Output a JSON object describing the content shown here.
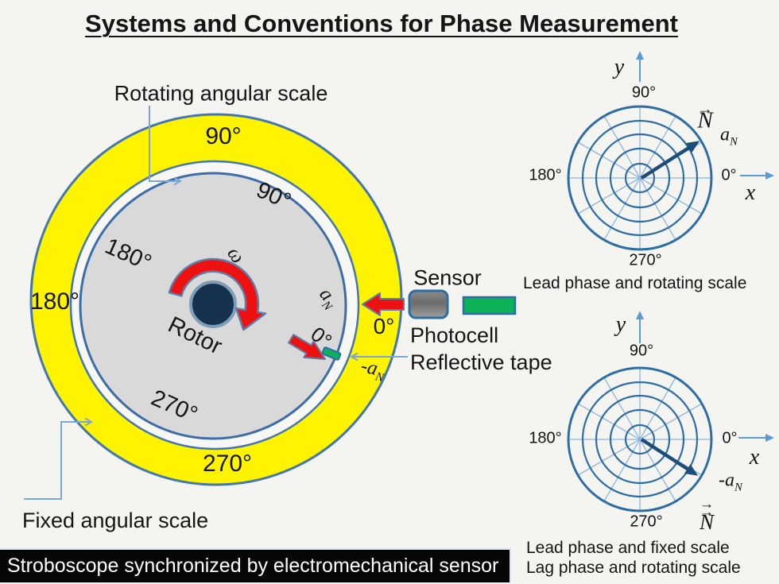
{
  "title": "Systems and Conventions for Phase Measurement",
  "wheel": {
    "rotating_scale_label": "Rotating angular scale",
    "fixed_scale_label": "Fixed angular scale",
    "rotor": "Rotor",
    "omega": "ω",
    "fixed": {
      "top": "90°",
      "left": "180°",
      "bottom": "270°",
      "right": "0°"
    },
    "rotating": {
      "d90": "90°",
      "d180": "180°",
      "d270": "270°",
      "d0": "0°"
    },
    "a_base": "a",
    "a_sub": "N",
    "neg_a_base": "-a",
    "neg_a_sub": "N"
  },
  "sensor": {
    "label": "Sensor",
    "photocell": "Photocell",
    "reflective_tape": "Reflective tape"
  },
  "polar_top": {
    "y": "y",
    "x": "x",
    "deg90": "90°",
    "deg180": "180°",
    "deg0": "0°",
    "deg270": "270°",
    "n_arrow": "→",
    "n_base": "N",
    "a_base": "a",
    "a_sub": "N",
    "caption": "Lead phase and rotating scale"
  },
  "polar_bottom": {
    "y": "y",
    "x": "x",
    "deg90": "90°",
    "deg180": "180°",
    "deg0": "0°",
    "deg270": "270°",
    "n_arrow": "→",
    "n_bar": "→",
    "n_base": "N",
    "a_base": "-a",
    "a_sub": "N",
    "caption1": "Lead phase and fixed scale",
    "caption2": "Lag phase and rotating scale"
  },
  "footer": "Stroboscope synchronized by electromechanical sensor",
  "colors": {
    "yellow": "#fef400",
    "ring_stroke": "#4476b0",
    "disk": "#d9d9d9",
    "hub": "#17324f",
    "red": "#ee1111",
    "green": "#0db258",
    "grid": "#2e6da4",
    "spokes": "#8fb4de",
    "axis": "#5b9bd5",
    "vector": "#1d4e79",
    "connector": "#7aa6d6"
  }
}
